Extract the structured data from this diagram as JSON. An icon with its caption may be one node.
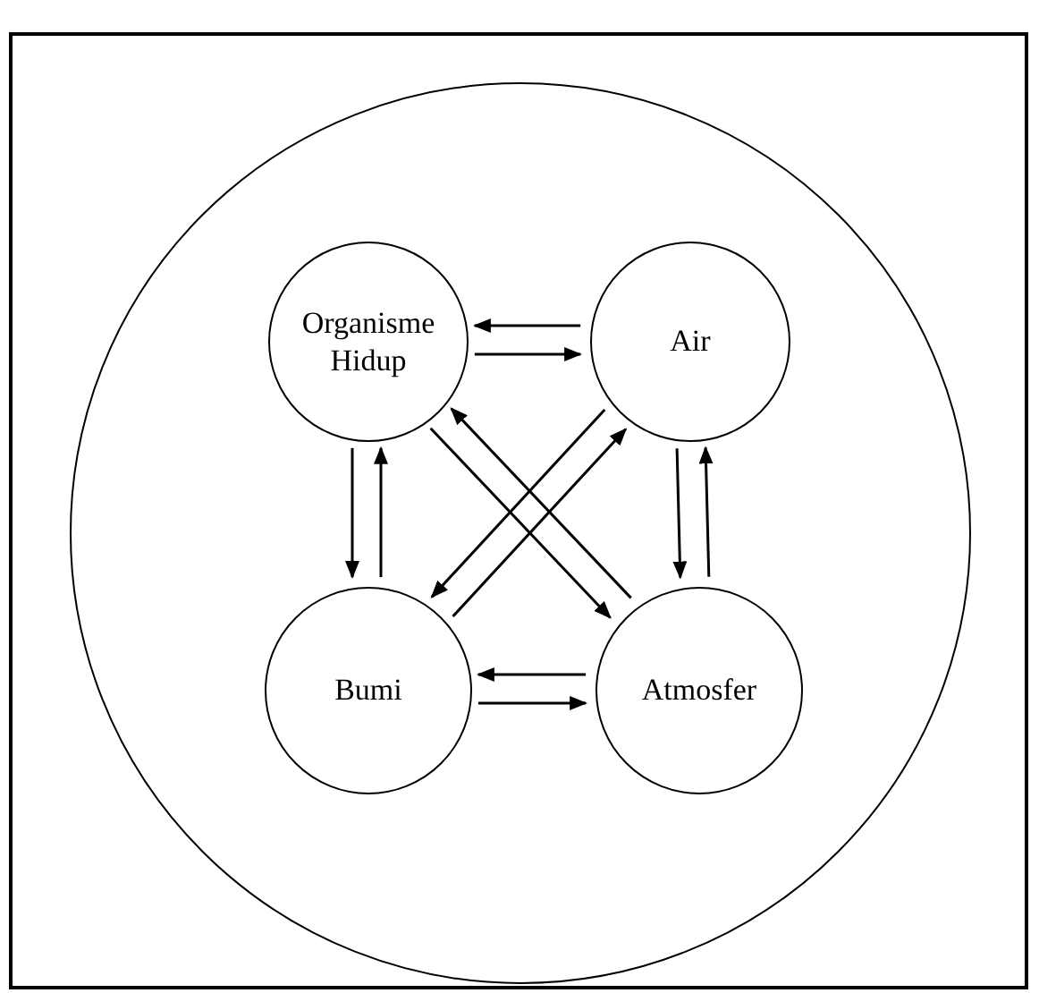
{
  "diagram": {
    "nodes": [
      {
        "text": [],
        "shape": "circle"
      },
      {
        "text": [
          "Organisme Hidup"
        ],
        "in": 0
      },
      {
        "text": [
          "Air"
        ],
        "in": 0
      },
      {
        "text": [
          "Bumi"
        ],
        "in": 0
      },
      {
        "text": [
          "Atmosfer"
        ],
        "in": 0
      }
    ],
    "edges": [
      {
        "from": 2,
        "to": 1,
        "arrow": "to"
      },
      {
        "from": 1,
        "to": 2,
        "arrow": "to"
      },
      {
        "from": 1,
        "to": 3,
        "arrow": "to"
      },
      {
        "from": 3,
        "to": 1,
        "arrow": "to"
      },
      {
        "from": 2,
        "to": 4,
        "arrow": "to"
      },
      {
        "from": 4,
        "to": 2,
        "arrow": "to"
      },
      {
        "from": 2,
        "to": 3,
        "arrow": "to"
      },
      {
        "from": 3,
        "to": 2,
        "arrow": "to"
      },
      {
        "from": 1,
        "to": 4,
        "arrow": "to"
      },
      {
        "from": 4,
        "to": 1,
        "arrow": "to"
      },
      {
        "from": 4,
        "to": 3,
        "arrow": "to"
      },
      {
        "from": 3,
        "to": 4,
        "arrow": "to"
      }
    ]
  }
}
